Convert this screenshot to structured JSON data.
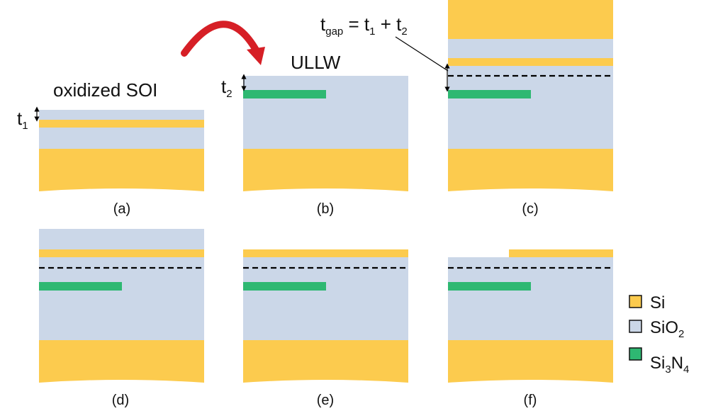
{
  "colors": {
    "si": "#fccb4e",
    "sio2": "#cbd7e8",
    "si3n4": "#2eb872",
    "dash": "#000000",
    "arrow": "#d61f26"
  },
  "labels": {
    "oxidized_soi": "oxidized SOI",
    "ullw": "ULLW",
    "t1": "t",
    "t1_sub": "1",
    "t2": "t",
    "t2_sub": "2",
    "tgap_eq": {
      "t": "t",
      "gap": "gap",
      "eq": " = t",
      "s1": "1",
      "plus": " + t",
      "s2": "2"
    }
  },
  "panels": [
    "(a)",
    "(b)",
    "(c)",
    "(d)",
    "(e)",
    "(f)"
  ],
  "legend": {
    "si": "Si",
    "sio2": {
      "base": "SiO",
      "sub": "2"
    },
    "si3n4": {
      "a": "Si",
      "s1": "3",
      "b": "N",
      "s2": "4"
    }
  }
}
